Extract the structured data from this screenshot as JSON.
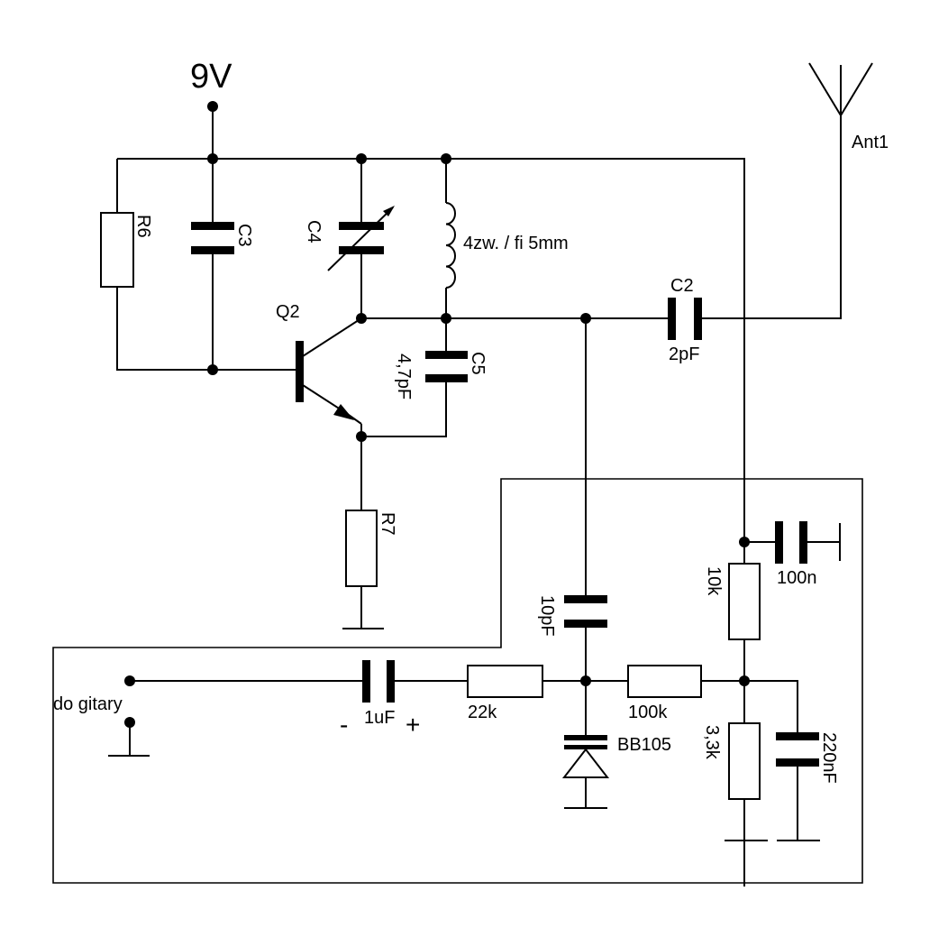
{
  "supply": {
    "voltage_label": "9V"
  },
  "antenna": {
    "label": "Ant1"
  },
  "transistor": {
    "label": "Q2"
  },
  "resistors": {
    "r6": "R6",
    "r7": "R7",
    "r_22k": "22k",
    "r_100k": "100k",
    "r_10k": "10k",
    "r_3k3": "3,3k"
  },
  "capacitors": {
    "c3": "C3",
    "c4": "C4",
    "c5_name": "C5",
    "c5_value": "4,7pF",
    "c2_name": "C2",
    "c2_value": "2pF",
    "c_100n": "100n",
    "c_10pf": "10pF",
    "c_1uf": "1uF",
    "c_220nf": "220nF"
  },
  "coil": {
    "label": "4zw. / fi 5mm"
  },
  "diode": {
    "label": "BB105"
  },
  "input": {
    "label": "do gitary"
  },
  "polarity": {
    "minus": "-",
    "plus": "+"
  },
  "colors": {
    "line": "#000000",
    "background": "#ffffff"
  }
}
